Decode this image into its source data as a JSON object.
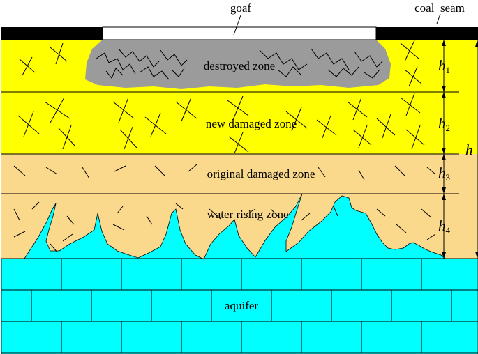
{
  "labels": {
    "goaf": "goaf",
    "coal_seam": "coal  seam",
    "destroyed": "destroyed zone",
    "new_damaged": "new damaged zone",
    "original_damaged": "original damaged zone",
    "water_rising": "water rising zone",
    "aquifer": "aquifer"
  },
  "heights": {
    "h1": {
      "var": "h",
      "sub": "1"
    },
    "h2": {
      "var": "h",
      "sub": "2"
    },
    "h3": {
      "var": "h",
      "sub": "3"
    },
    "h4": {
      "var": "h",
      "sub": "4"
    },
    "total": "h"
  },
  "colors": {
    "yellow_zone": "#ffff00",
    "orange_zone": "#fad88c",
    "destroyed": "#9b9b9b",
    "aquifer": "#00ffff",
    "coal": "#000000",
    "goaf": "#ffffff"
  }
}
